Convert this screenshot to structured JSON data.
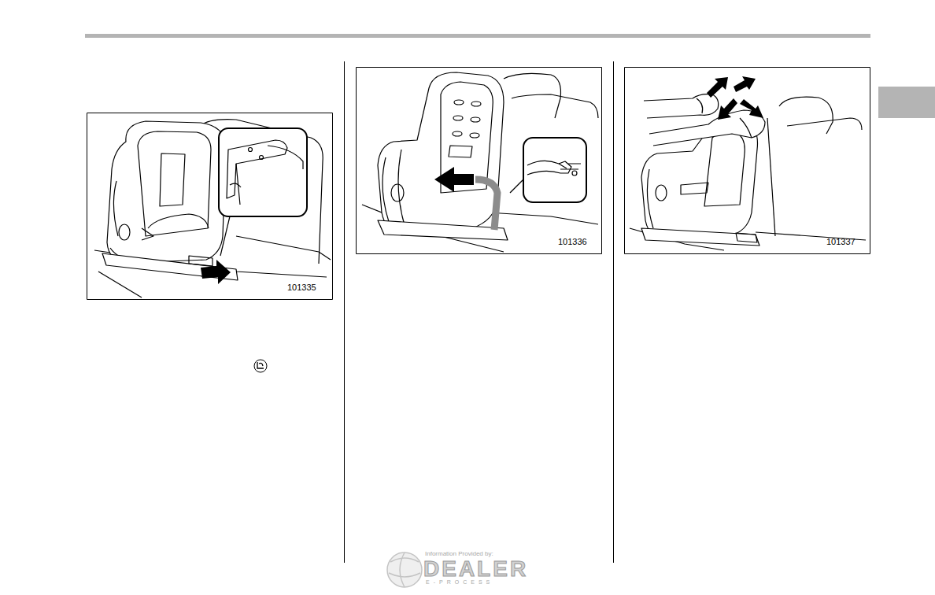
{
  "diagram": {
    "labels": [
      "101335",
      "101336",
      "101337",
      "Information Provided by:",
      "DEALER",
      "E-PROCESS"
    ]
  }
}
